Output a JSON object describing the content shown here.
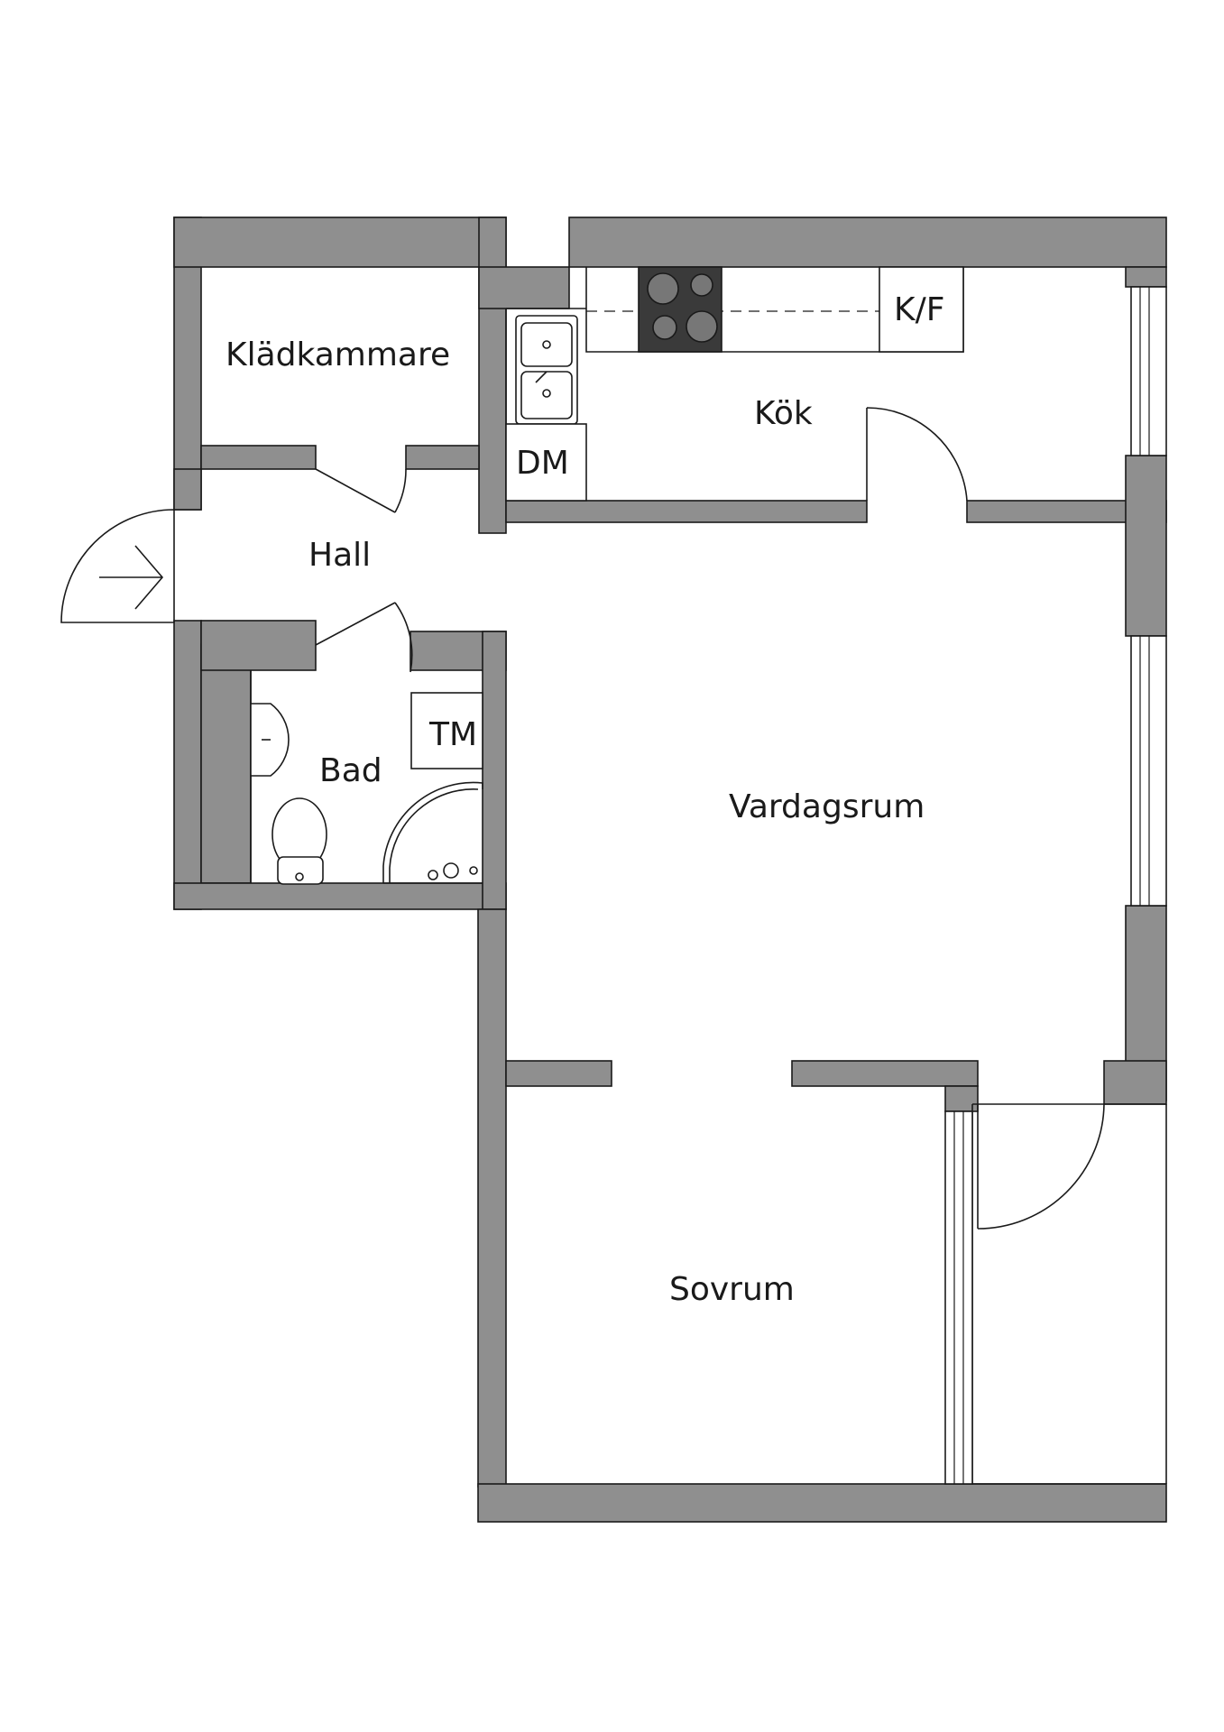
{
  "rooms": {
    "walk_in_closet": "Klädkammare",
    "kitchen": "Kök",
    "hall": "Hall",
    "bathroom": "Bad",
    "living_room": "Vardagsrum",
    "bedroom": "Sovrum"
  },
  "fixtures": {
    "fridge_freezer": "K/F",
    "dishwasher": "DM",
    "washing_machine": "TM"
  },
  "colors": {
    "wall": "#8f8f8f",
    "line": "#1a1a1a",
    "background": "#ffffff"
  },
  "icons": [
    "entrance-arrow-icon",
    "sink-icon",
    "stove-icon",
    "toilet-icon",
    "washbasin-icon",
    "shower-icon"
  ]
}
